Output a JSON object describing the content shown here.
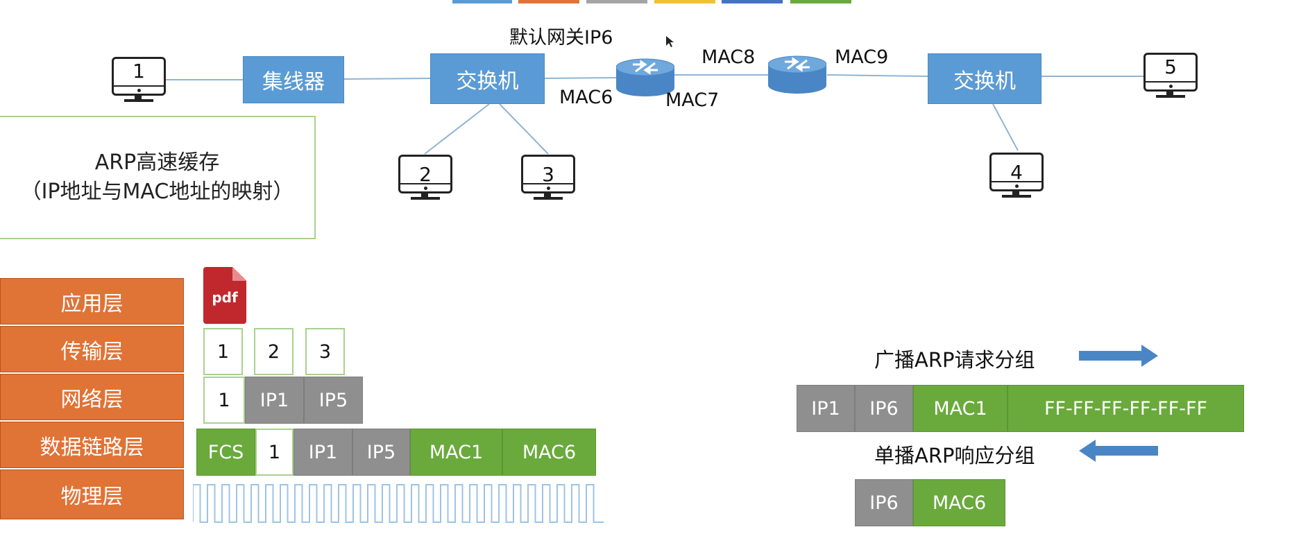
{
  "colors": {
    "switch_blue": "#5b9bd5",
    "layer_orange": "#e07336",
    "frame_green": "#6aaa3c",
    "frame_gray": "#8f8f8f",
    "arrow_blue": "#4a86c5"
  },
  "network": {
    "gateway_label": "默认网关IP6",
    "hub": "集线器",
    "switch_left": "交换机",
    "switch_right": "交换机",
    "hosts": [
      "1",
      "2",
      "3",
      "4",
      "5"
    ],
    "mac_labels": [
      "MAC6",
      "MAC7",
      "MAC8",
      "MAC9"
    ]
  },
  "arp_cache": {
    "line1": "ARP高速缓存",
    "line2": "（IP地址与MAC地址的映射）"
  },
  "layers": [
    "应用层",
    "传输层",
    "网络层",
    "数据链路层",
    "物理层"
  ],
  "encapsulation": {
    "pdf_label": "pdf",
    "transport_segments": [
      "1",
      "2",
      "3"
    ],
    "network_packet": [
      "1",
      "IP1",
      "IP5"
    ],
    "datalink_frame": [
      "FCS",
      "1",
      "IP1",
      "IP5",
      "MAC1",
      "MAC6"
    ]
  },
  "arp_request": {
    "title": "广播ARP请求分组",
    "fields": [
      "IP1",
      "IP6",
      "MAC1",
      "FF-FF-FF-FF-FF-FF"
    ]
  },
  "arp_reply": {
    "title": "单播ARP响应分组",
    "fields": [
      "IP6",
      "MAC6"
    ]
  }
}
